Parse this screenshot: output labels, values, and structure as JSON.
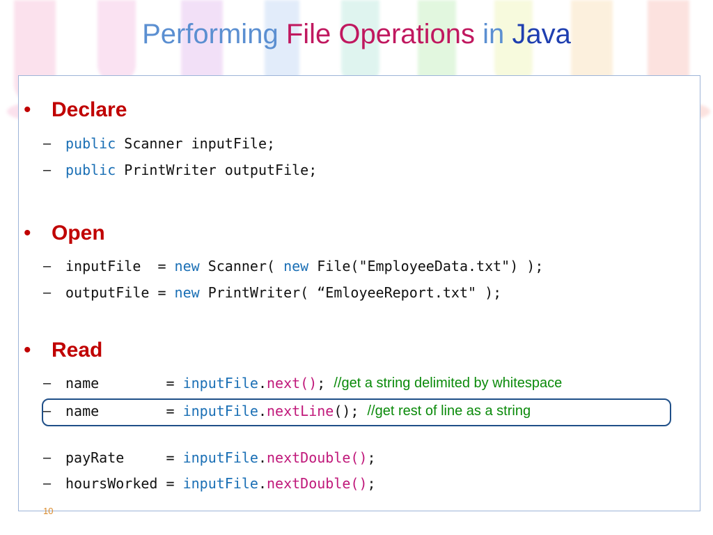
{
  "title": {
    "part1": "Performing",
    "part2": "File Operations",
    "part3": "in",
    "part4": "Java"
  },
  "sections": [
    {
      "heading": "Declare",
      "lines": [
        {
          "kw": "public",
          "rest": " Scanner inputFile;"
        },
        {
          "kw": "public",
          "rest": " PrintWriter outputFile;"
        }
      ]
    },
    {
      "heading": "Open",
      "lines": [
        {
          "a": "inputFile  = ",
          "kw1": "new",
          "b": " Scanner( ",
          "kw2": "new",
          "c": " File(\"EmployeeData.txt\") );"
        },
        {
          "a": "outputFile = ",
          "kw1": "new",
          "b": " PrintWriter( “EmloyeeReport.txt\" );"
        }
      ]
    },
    {
      "heading": "Read",
      "lines": [
        {
          "var": "name        = ",
          "obj": "inputFile",
          "dot": ".",
          "meth": "next()",
          "end": ";",
          "comment": "//get a string delimited by whitespace"
        },
        {
          "var": "name        = ",
          "obj": "inputFile",
          "dot": ".",
          "meth": "nextLine",
          "end": "();",
          "comment": "//get rest of line as a string"
        },
        {
          "var": "payRate     = ",
          "obj": "inputFile",
          "dot": ".",
          "meth": "nextDouble()",
          "end": ";"
        },
        {
          "var": "hoursWorked = ",
          "obj": "inputFile",
          "dot": ".",
          "meth": "nextDouble()",
          "end": ";"
        }
      ]
    }
  ],
  "dash": "–",
  "bullet": "•",
  "page_number": "10"
}
